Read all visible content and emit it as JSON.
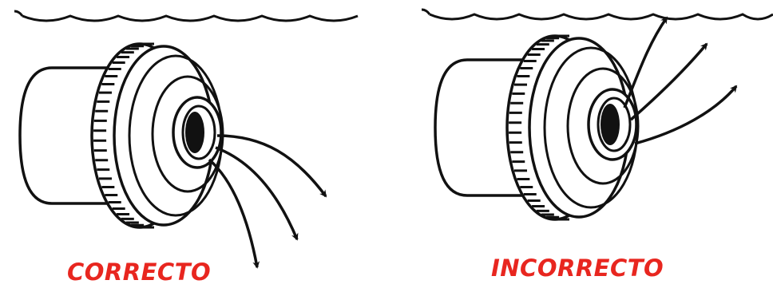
{
  "colors": {
    "ink": "#111111",
    "label": "#e8261f",
    "background": "#ffffff"
  },
  "panels": [
    {
      "id": "left",
      "label": "CORRECTO",
      "jet_direction": "down"
    },
    {
      "id": "right",
      "label": "INCORRECTO",
      "jet_direction": "up"
    }
  ]
}
